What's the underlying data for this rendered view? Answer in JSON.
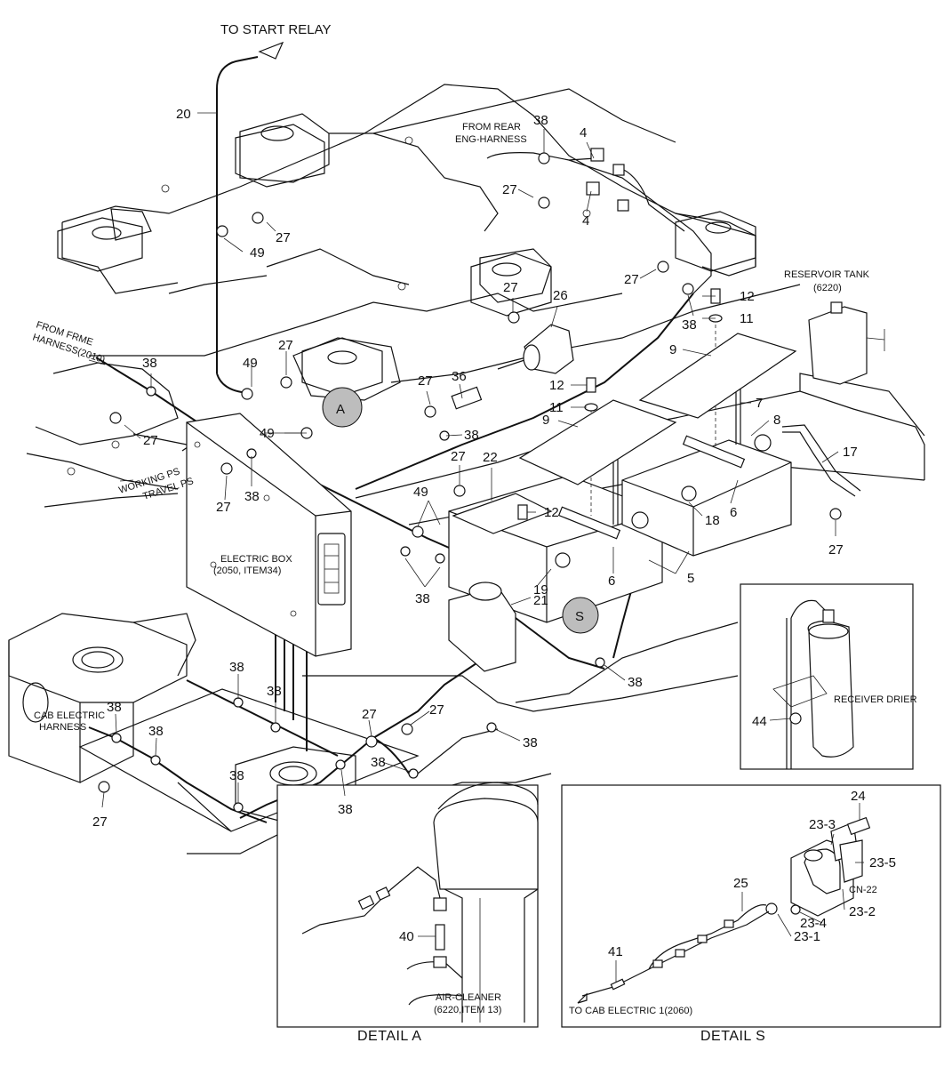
{
  "labels": {
    "to_start_relay": "TO START RELAY",
    "from_rear_eng_harness_1": "FROM REAR",
    "from_rear_eng_harness_2": "ENG-HARNESS",
    "from_frme_harness_1": "FROM FRME",
    "from_frme_harness_2": "HARNESS(2010)",
    "working_ps": "WORKING PS",
    "travel_ps": "TRAVEL PS",
    "electric_box_1": "ELECTRIC BOX",
    "electric_box_2": "(2050, ITEM34)",
    "reservoir_tank_1": "RESERVOIR TANK",
    "reservoir_tank_2": "(6220)",
    "receiver_drier": "RECEIVER DRIER",
    "cab_electric_harness_1": "CAB ELECTRIC",
    "cab_electric_harness_2": "HARNESS",
    "air_cleaner_1": "AIR-CLEANER",
    "air_cleaner_2": "(6220,ITEM 13)",
    "to_cab_electric": "TO CAB ELECTRIC 1(2060)",
    "cn22": "CN-22",
    "detail_a_marker": "A",
    "detail_s_marker": "S"
  },
  "captions": {
    "detail_a": "DETAIL  A",
    "detail_s": "DETAIL  S"
  },
  "callouts": {
    "c20": "20",
    "c38a": "38",
    "c4a": "4",
    "c4b": "4",
    "c27a": "27",
    "c27b": "27",
    "c49a": "49",
    "c27c": "27",
    "c38b": "38",
    "c12a": "12",
    "c11a": "11",
    "c27d": "27",
    "c26": "26",
    "c9a": "9",
    "c38c": "38",
    "c27e": "27",
    "c49b": "49",
    "c36": "36",
    "c12b": "12",
    "c7": "7",
    "c27f": "27",
    "c11b": "11",
    "c8": "8",
    "c9b": "9",
    "c49c": "49",
    "c38d": "38",
    "c27g": "27",
    "c38e": "38",
    "c17": "17",
    "c27h": "27",
    "c22": "22",
    "c49d": "49",
    "c12c": "12",
    "c6a": "6",
    "c18": "18",
    "c27i": "27",
    "c38f": "38",
    "c19": "19",
    "c6b": "6",
    "c5": "5",
    "c21": "21",
    "c38g": "38",
    "c38h": "38",
    "c38i": "38",
    "c27j": "27",
    "c27k": "27",
    "c38j": "38",
    "c38k": "38",
    "c38l": "38",
    "c38m": "38",
    "c38n": "38",
    "c27l": "27",
    "c38o": "38",
    "c44": "44",
    "c40": "40",
    "c24": "24",
    "c23_3": "23-3",
    "c23_5": "23-5",
    "c25": "25",
    "c23_2": "23-2",
    "c23_4": "23-4",
    "c23_1": "23-1",
    "c41": "41"
  }
}
